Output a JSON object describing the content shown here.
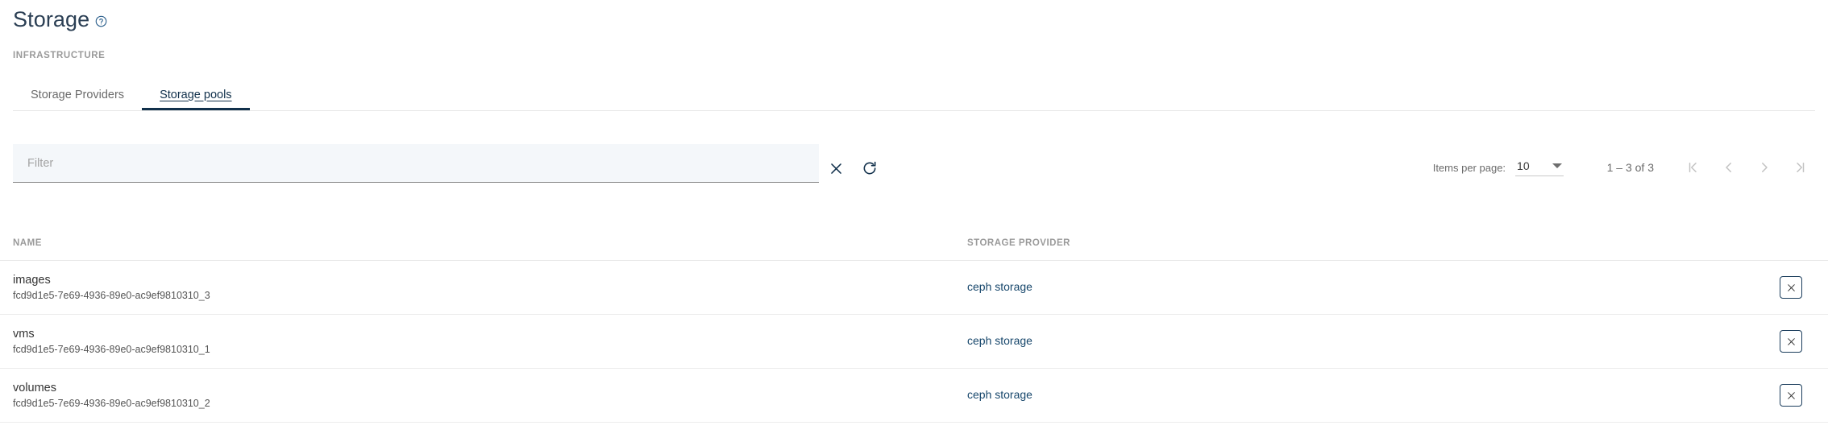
{
  "header": {
    "title": "Storage",
    "help_icon": "help-circle-icon",
    "section_label": "INFRASTRUCTURE"
  },
  "tabs": [
    {
      "label": "Storage Providers",
      "active": false
    },
    {
      "label": "Storage pools",
      "active": true
    }
  ],
  "filter": {
    "value": "",
    "placeholder": "Filter",
    "clear_icon": "close-icon",
    "refresh_icon": "refresh-icon"
  },
  "paginator": {
    "items_per_page_label": "Items per page:",
    "items_per_page_value": "10",
    "range_label": "1 – 3 of 3",
    "first_page_icon": "first-page-icon",
    "prev_page_icon": "chevron-left-icon",
    "next_page_icon": "chevron-right-icon",
    "last_page_icon": "last-page-icon"
  },
  "table": {
    "columns": [
      "NAME",
      "STORAGE PROVIDER"
    ],
    "rows": [
      {
        "name": "images",
        "uuid": "fcd9d1e5-7e69-4936-89e0-ac9ef9810310_3",
        "provider": "ceph storage",
        "delete_icon": "close-icon"
      },
      {
        "name": "vms",
        "uuid": "fcd9d1e5-7e69-4936-89e0-ac9ef9810310_1",
        "provider": "ceph storage",
        "delete_icon": "close-icon"
      },
      {
        "name": "volumes",
        "uuid": "fcd9d1e5-7e69-4936-89e0-ac9ef9810310_2",
        "provider": "ceph storage",
        "delete_icon": "close-icon"
      }
    ]
  },
  "colors": {
    "title": "#2b3f54",
    "accent": "#11304b",
    "link": "#16466b",
    "muted": "#9a9a9a",
    "filter_bg": "#f4f7fa"
  }
}
